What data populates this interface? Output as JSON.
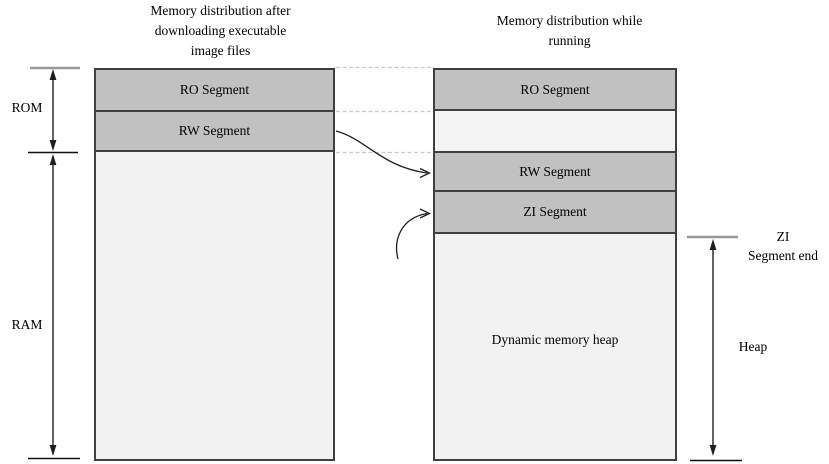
{
  "titles": {
    "left": "Memory distribution after\ndownloading executable\nimage files",
    "right": "Memory distribution while\nrunning"
  },
  "download_column": {
    "ro": "RO Segment",
    "rw": "RW Segment"
  },
  "running_column": {
    "ro": "RO Segment",
    "rw": "RW Segment",
    "zi": "ZI Segment",
    "heap": "Dynamic memory heap"
  },
  "measure_labels": {
    "rom": "ROM",
    "ram": "RAM",
    "heap": "Heap",
    "zi_end": "ZI\nSegment end"
  },
  "colors": {
    "segment_fill_dark": "#c1c1c1",
    "segment_fill_light": "#f2f2f2",
    "column_border": "#404040",
    "tick_gray": "#999999",
    "arrow_black": "#1f1f1f",
    "dashed_line": "#c9c9c9"
  }
}
